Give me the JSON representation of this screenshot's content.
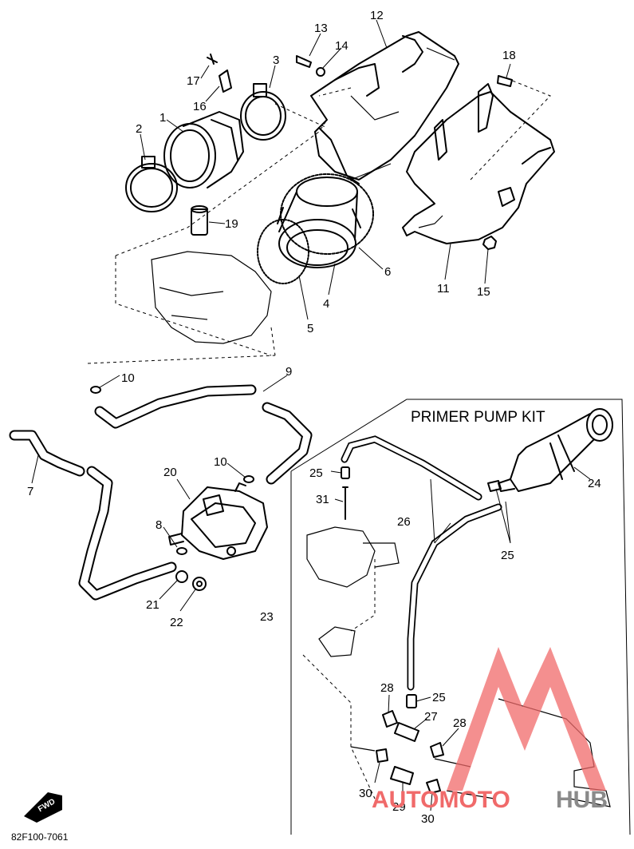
{
  "diagram": {
    "kit_title": "PRIMER PUMP KIT",
    "drawing_code": "82F100-7061",
    "front_marker": "FWD",
    "watermark": {
      "part1": "AUTOMOTO",
      "part2": "HUB",
      "accent": "#f06a6a",
      "gray": "#8a8a8a"
    },
    "callouts": {
      "c1": "1",
      "c2": "2",
      "c3": "3",
      "c4": "4",
      "c5": "5",
      "c6": "6",
      "c7": "7",
      "c8": "8",
      "c9": "9",
      "c10a": "10",
      "c10b": "10",
      "c11": "11",
      "c12": "12",
      "c13": "13",
      "c14": "14",
      "c15": "15",
      "c16": "16",
      "c17": "17",
      "c18": "18",
      "c19": "19",
      "c20": "20",
      "c21": "21",
      "c22": "22",
      "c23": "23",
      "c24": "24",
      "c25a": "25",
      "c25b": "25",
      "c25c": "25",
      "c26": "26",
      "c27": "27",
      "c28a": "28",
      "c28b": "28",
      "c29": "29",
      "c30a": "30",
      "c30b": "30",
      "c31": "31"
    }
  }
}
